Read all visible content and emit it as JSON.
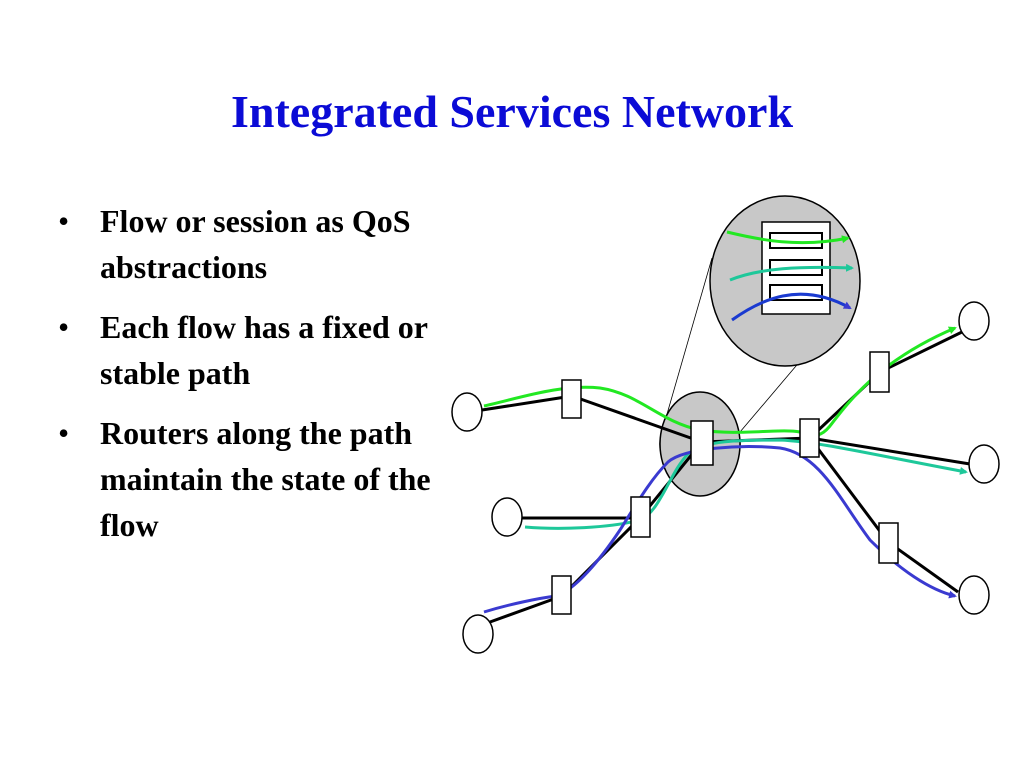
{
  "slide": {
    "title": "Integrated Services Network",
    "bullets": [
      "Flow or session as QoS abstractions",
      "Each flow has a fixed or stable path",
      "Routers along the path maintain the state of the flow"
    ],
    "bullet_glyph": "•"
  },
  "colors": {
    "title": "#0b0bd6",
    "flow_green": "#22e822",
    "flow_teal": "#1ec89a",
    "flow_blue": "#3a3ad0",
    "router_highlight": "#c8c8c8",
    "link": "#000000"
  },
  "diagram": {
    "hosts": [
      "host-left-top",
      "host-left-middle",
      "host-left-bottom",
      "host-right-top",
      "host-right-middle",
      "host-right-bottom"
    ],
    "routers": [
      "router-a",
      "router-b",
      "router-c",
      "router-d",
      "router-e",
      "router-f",
      "router-g"
    ],
    "flows": [
      "green-flow",
      "teal-flow",
      "blue-flow"
    ]
  }
}
